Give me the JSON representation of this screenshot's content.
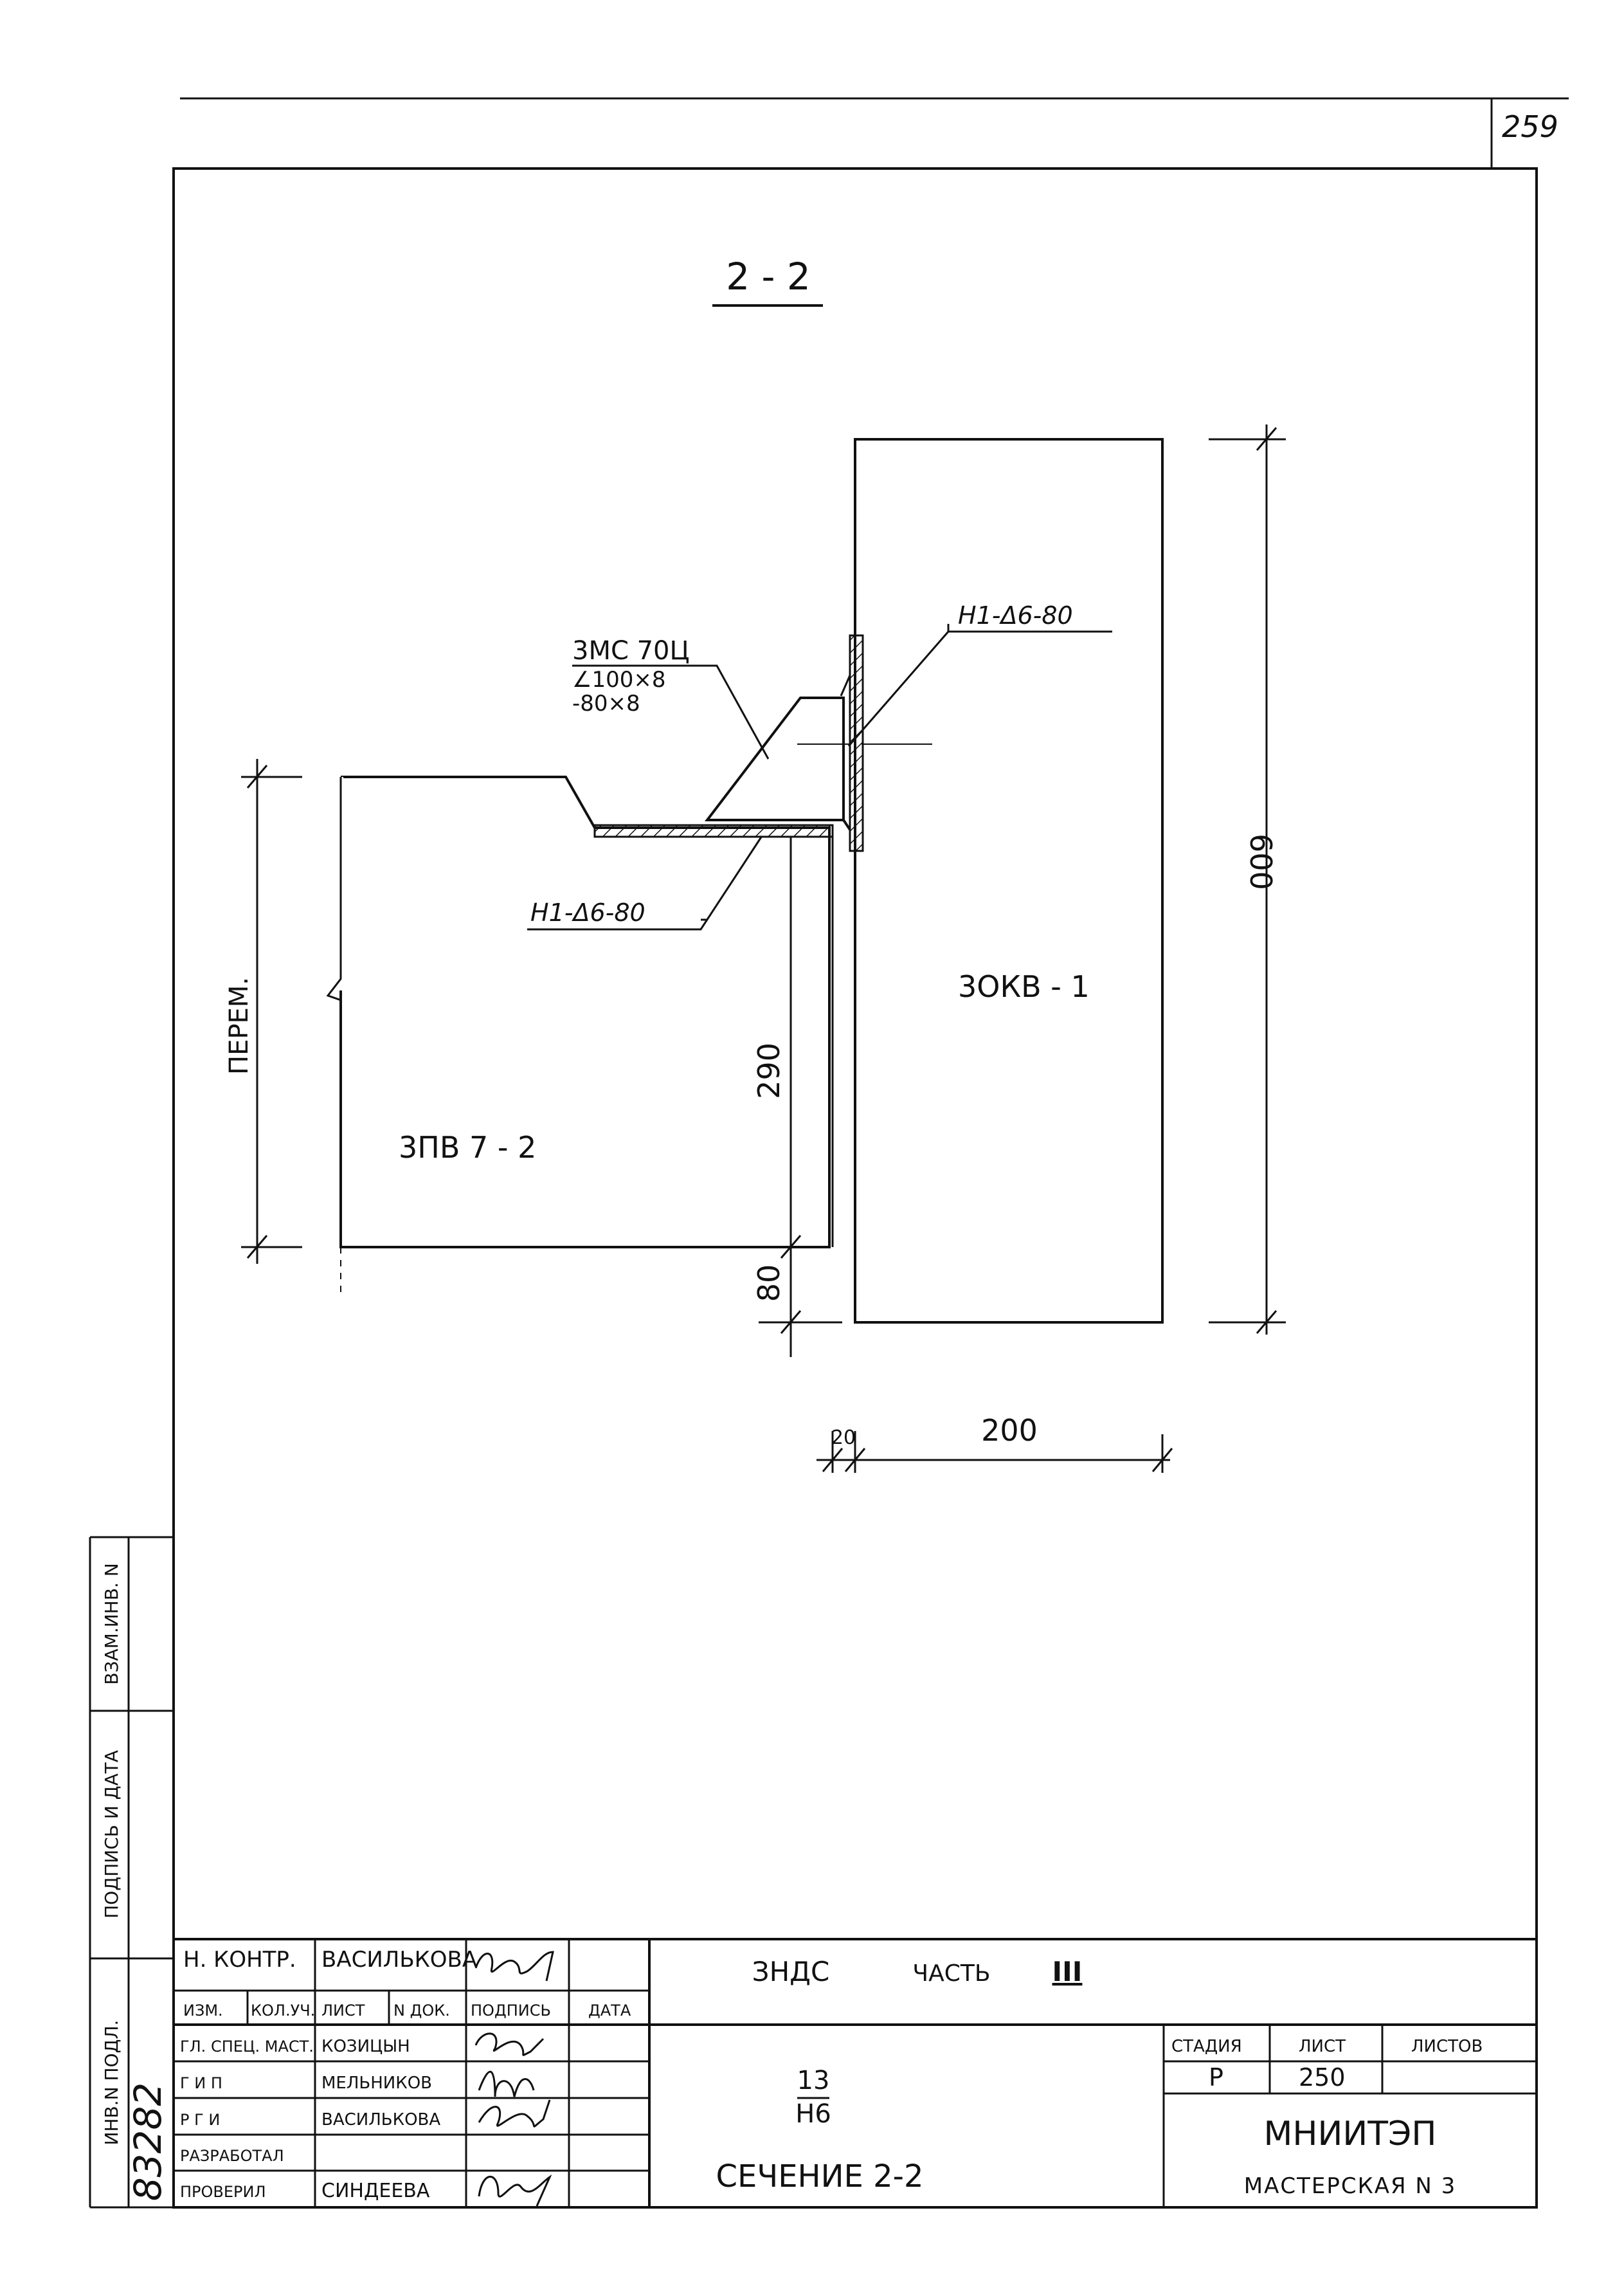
{
  "page_number": "259",
  "section_title": "2 - 2",
  "labels": {
    "bracket": "3МС 70Ц",
    "angle": "∠100×8",
    "plate": "-80×8",
    "weld_top": "Н1-Δ6-80",
    "weld_bottom": "Н1-Δ6-80",
    "column": "3ОКВ - 1",
    "slab": "3ПВ 7 - 2",
    "variable": "ПЕРЕМ."
  },
  "dimensions": {
    "height_total": "600",
    "slab_part": "290",
    "slab_bottom": "80",
    "gap": "20",
    "width": "200"
  },
  "side_stamp": {
    "col1": "ИНВ.N ПОДЛ.",
    "col2": "ПОДПИСЬ И ДАТА",
    "col3": "ВЗАМ.ИНВ. N",
    "inv_handwritten": "83282"
  },
  "title_block": {
    "norm_control_role": "Н. КОНТР.",
    "norm_control_name": "ВАСИЛЬКОВА",
    "header": [
      "ИЗМ.",
      "КОЛ.УЧ.",
      "ЛИСТ",
      "N ДОК.",
      "ПОДПИСЬ",
      "ДАТА"
    ],
    "roles": [
      {
        "role": "ГЛ. СПЕЦ. МАСТ.",
        "name": "КОЗИЦЫН"
      },
      {
        "role": "Г И П",
        "name": "МЕЛЬНИКОВ"
      },
      {
        "role": "Р Г И",
        "name": "ВАСИЛЬКОВА"
      },
      {
        "role": "РАЗРАБОТАЛ",
        "name": ""
      },
      {
        "role": "ПРОВЕРИЛ",
        "name": "СИНДЕЕВА"
      }
    ],
    "project": "ЗНДС",
    "part": "ЧАСТЬ",
    "part_roman": "III",
    "code_num": "13",
    "code_den": "Н6",
    "drawing_title": "СЕЧЕНИЕ  2-2",
    "stage_label": "СТАДИЯ",
    "sheet_label": "ЛИСТ",
    "sheets_label": "ЛИСТОВ",
    "stage_value": "Р",
    "sheet_value": "250",
    "sheets_value": "",
    "org": "МНИИТЭП",
    "workshop": "МАСТЕРСКАЯ N 3"
  }
}
